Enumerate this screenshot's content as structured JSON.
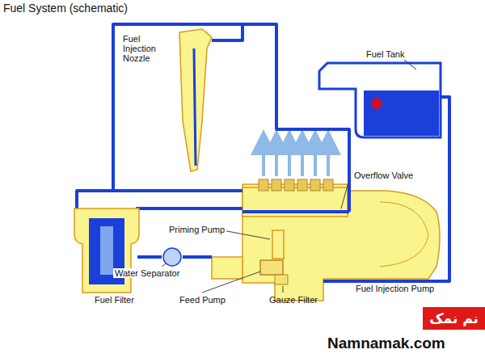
{
  "diagram": {
    "title": "Fuel System (schematic)",
    "nodes": [
      {
        "text": [
          "نم نمک"
        ]
      }
    ],
    "labels": [
      "Fuel Injection Nozzle",
      "Fuel Tank",
      "Overflow Valve",
      "Priming Pump",
      "Water Separator",
      "Fuel Filter",
      "Feed Pump",
      "Gauze Filter",
      "Fuel Injection Pump",
      "Namnamak.com"
    ]
  }
}
